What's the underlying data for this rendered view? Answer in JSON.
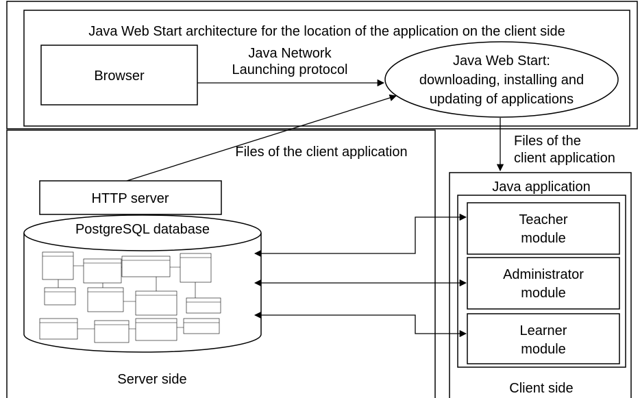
{
  "diagram": {
    "top_panel_title": "Java Web Start architecture for the location of the application on the client side",
    "browser_label": "Browser",
    "jnlp_label": [
      "Java Network",
      "Launching protocol"
    ],
    "jws_label": [
      "Java Web Start:",
      "downloading, installing and",
      "updating of applications"
    ],
    "files_to_jws_label": "Files of the client application",
    "files_to_client_label": [
      "Files of the",
      "client application"
    ],
    "http_server_label": "HTTP server",
    "database_label": "PostgreSQL database",
    "server_side_label": "Server side",
    "java_app_label": "Java application",
    "modules": [
      {
        "line1": "Teacher",
        "line2": "module"
      },
      {
        "line1": "Administrator",
        "line2": "module"
      },
      {
        "line1": "Learner",
        "line2": "module"
      }
    ],
    "client_side_label": "Client side"
  }
}
